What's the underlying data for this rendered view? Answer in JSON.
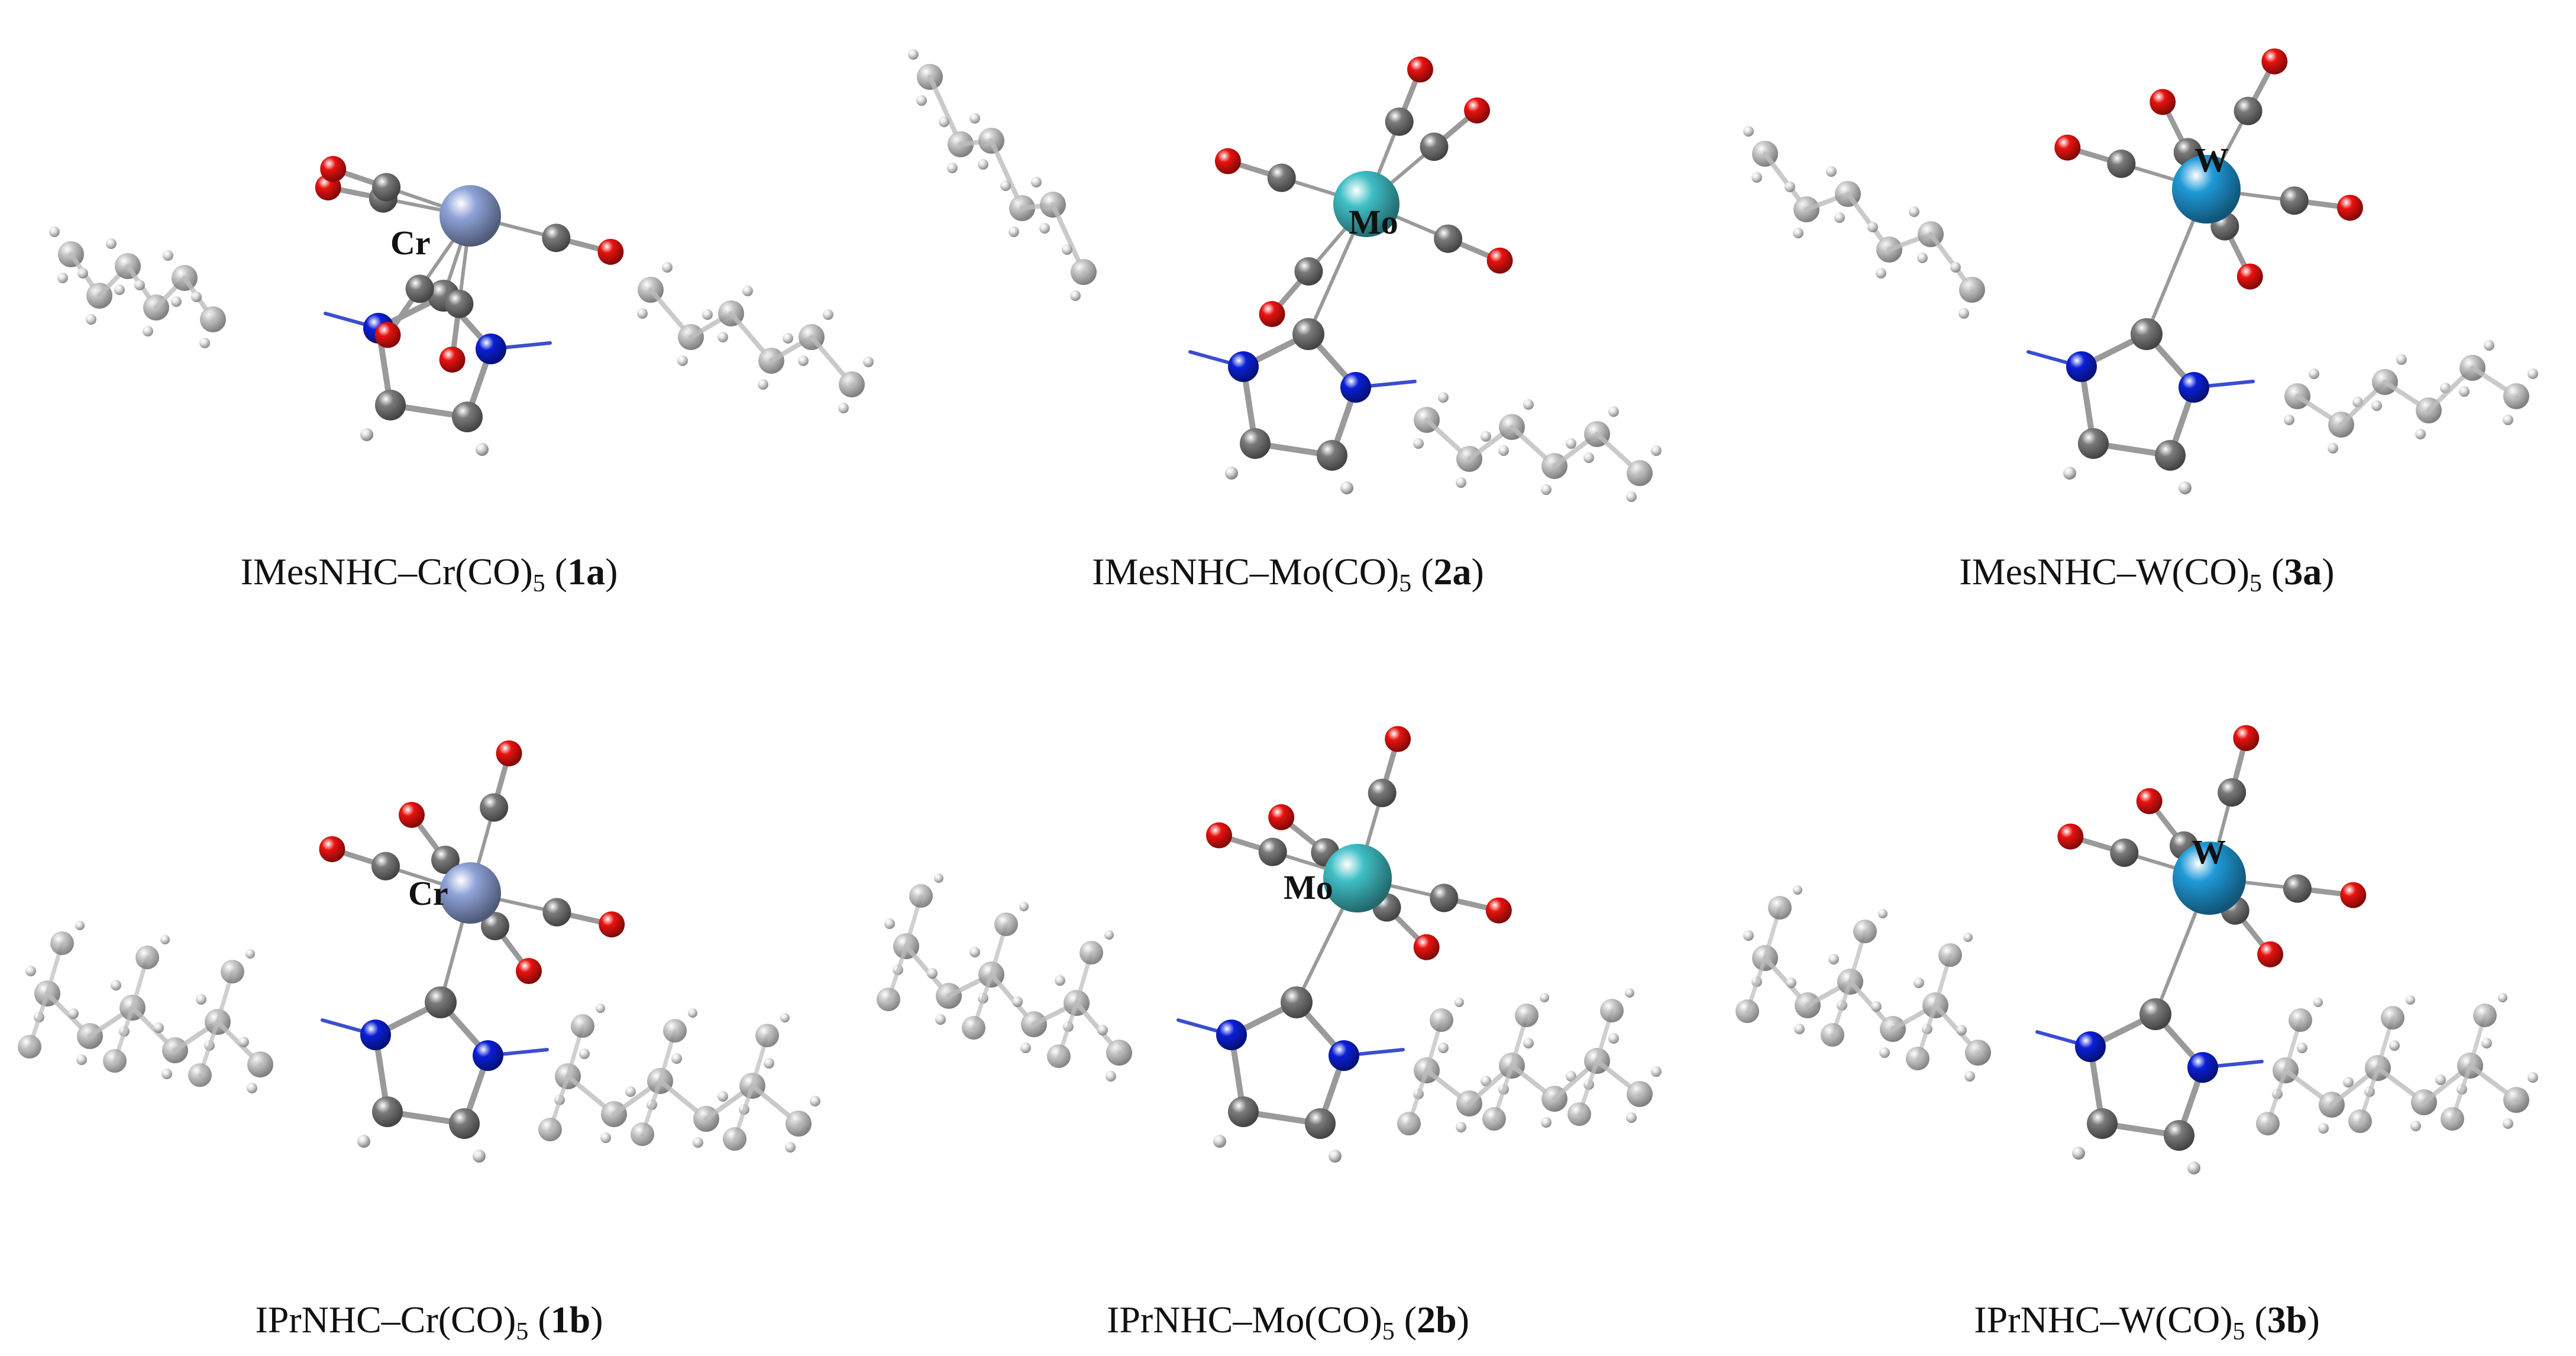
{
  "panels": [
    {
      "id": "1a",
      "metal": "Cr",
      "ligand": "IMes",
      "caption_main": "IMesNHC–Cr(CO)",
      "caption_sub": "5",
      "caption_compound": "1a",
      "metal_color": "#8fa3d8",
      "metal_radius": 52
    },
    {
      "id": "2a",
      "metal": "Mo",
      "ligand": "IMes",
      "caption_main": "IMesNHC–Mo(CO)",
      "caption_sub": "5",
      "caption_compound": "2a",
      "metal_color": "#3fbfc6",
      "metal_radius": 56
    },
    {
      "id": "3a",
      "metal": "W",
      "ligand": "IMes",
      "caption_main": "IMesNHC–W(CO)",
      "caption_sub": "5",
      "caption_compound": "3a",
      "metal_color": "#1f9ad8",
      "metal_radius": 58
    },
    {
      "id": "1b",
      "metal": "Cr",
      "ligand": "IPr",
      "caption_main": "IPrNHC–Cr(CO)",
      "caption_sub": "5",
      "caption_compound": "1b",
      "metal_color": "#8fa3d8",
      "metal_radius": 52
    },
    {
      "id": "2b",
      "metal": "Mo",
      "ligand": "IPr",
      "caption_main": "IPrNHC–Mo(CO)",
      "caption_sub": "5",
      "caption_compound": "2b",
      "metal_color": "#3fbfc6",
      "metal_radius": 58
    },
    {
      "id": "3b",
      "metal": "W",
      "ligand": "IPr",
      "caption_main": "IPrNHC–W(CO)",
      "caption_sub": "5",
      "caption_compound": "3b",
      "metal_color": "#1f9ad8",
      "metal_radius": 62
    }
  ],
  "atom_colors": {
    "carbon": "#7a7a7a",
    "oxygen": "#e8120f",
    "nitrogen": "#0a1fd6",
    "hydrogen": "#e6e6e6",
    "faded_carbon": "#bdbdbd",
    "bond": "#9a9a9a"
  }
}
